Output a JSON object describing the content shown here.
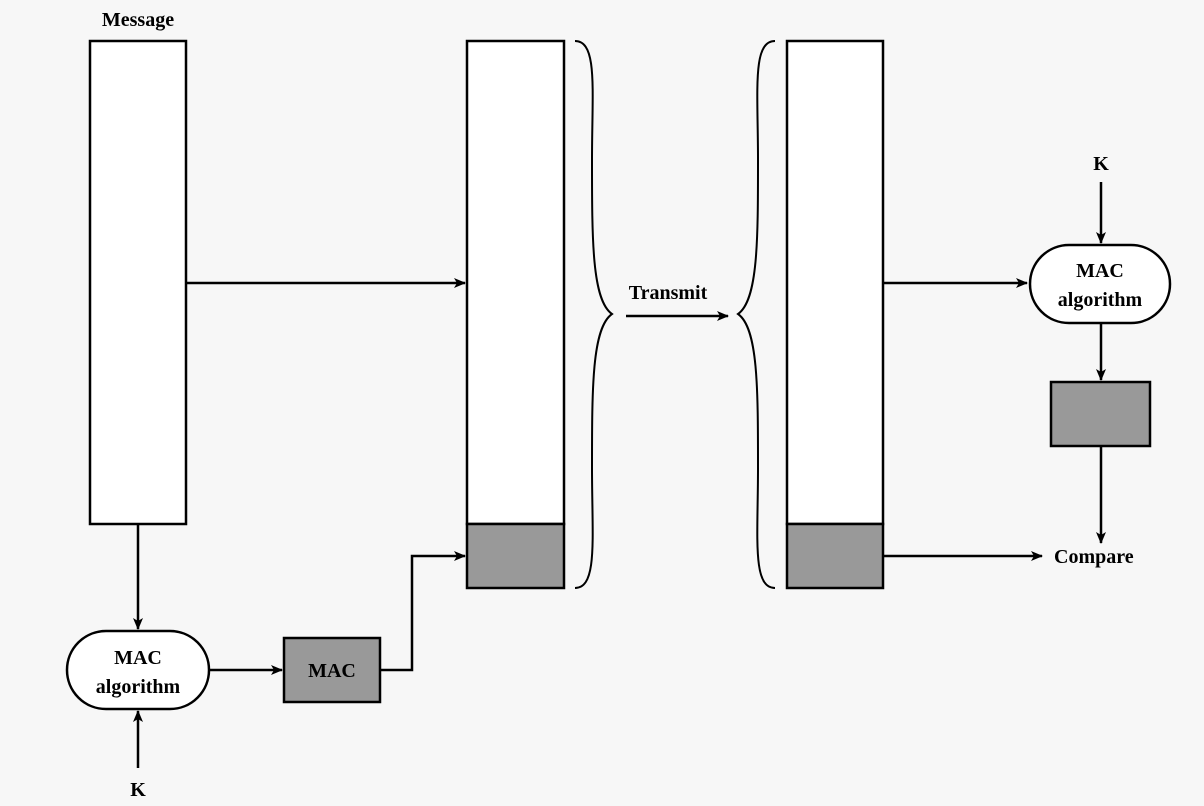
{
  "labels": {
    "message": "Message",
    "transmit": "Transmit",
    "compare": "Compare",
    "mac_box": "MAC",
    "sender_algorithm_line1": "MAC",
    "sender_algorithm_line2": "algorithm",
    "receiver_algorithm_line1": "MAC",
    "receiver_algorithm_line2": "algorithm",
    "sender_key": "K",
    "receiver_key": "K"
  },
  "colors": {
    "background": "#f7f7f7",
    "mac_fill": "#999999",
    "stroke": "#000000",
    "box_fill": "#ffffff"
  }
}
